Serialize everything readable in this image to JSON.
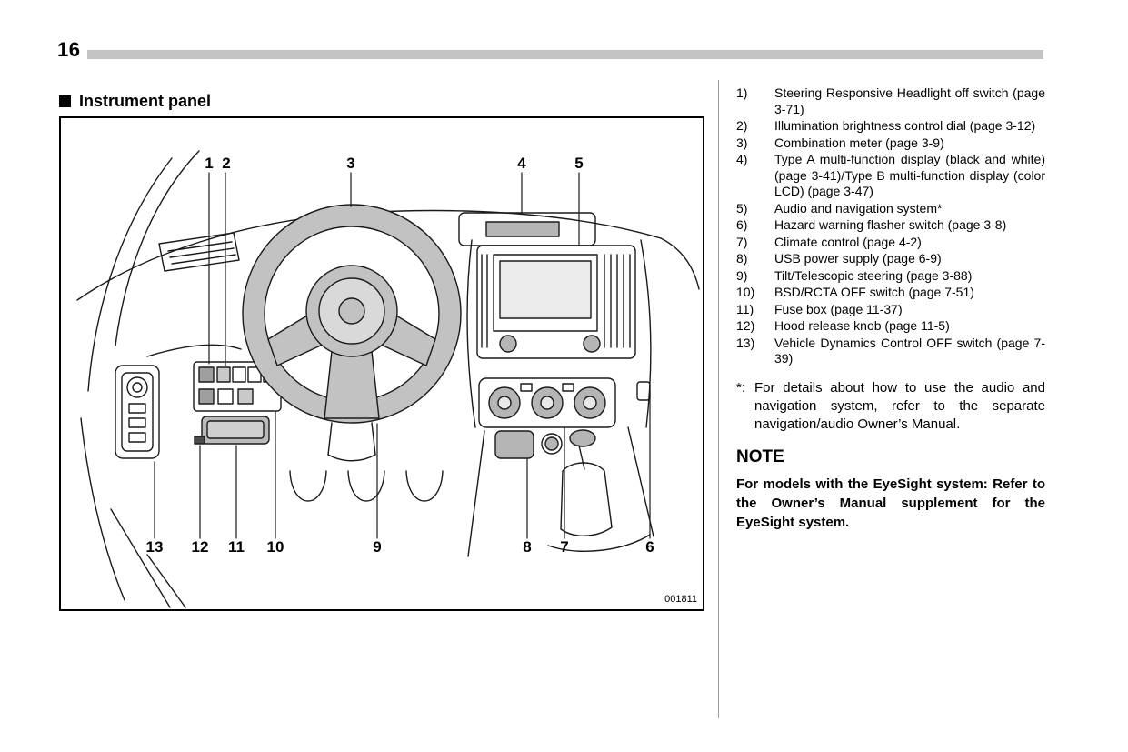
{
  "page": {
    "number": "16"
  },
  "section": {
    "title": "Instrument panel"
  },
  "figure": {
    "code": "001811",
    "callouts_top": [
      "1",
      "2",
      "3",
      "4",
      "5"
    ],
    "callouts_bottom": [
      "13",
      "12",
      "11",
      "10",
      "9",
      "8",
      "7",
      "6"
    ]
  },
  "legend": {
    "items": [
      {
        "num": "1)",
        "text": "Steering Responsive Headlight off switch (page 3-71)"
      },
      {
        "num": "2)",
        "text": "Illumination brightness control dial (page 3-12)"
      },
      {
        "num": "3)",
        "text": "Combination meter (page 3-9)"
      },
      {
        "num": "4)",
        "text": "Type A multi-function display (black and white) (page 3-41)/Type B multi-function display (color LCD) (page 3-47)"
      },
      {
        "num": "5)",
        "text": "Audio and navigation system*"
      },
      {
        "num": "6)",
        "text": "Hazard warning flasher switch (page 3-8)"
      },
      {
        "num": "7)",
        "text": "Climate control (page 4-2)"
      },
      {
        "num": "8)",
        "text": "USB power supply (page 6-9)"
      },
      {
        "num": "9)",
        "text": "Tilt/Telescopic steering (page 3-88)"
      },
      {
        "num": "10)",
        "text": "BSD/RCTA OFF switch (page 7-51)"
      },
      {
        "num": "11)",
        "text": "Fuse box (page 11-37)"
      },
      {
        "num": "12)",
        "text": "Hood release knob (page 11-5)"
      },
      {
        "num": "13)",
        "text": "Vehicle Dynamics Control OFF switch (page 7-39)"
      }
    ]
  },
  "footnote": {
    "marker": "*:",
    "text": "For details about how to use the audio and navigation system, refer to the separate navigation/audio Owner’s Manual."
  },
  "note": {
    "title": "NOTE",
    "text": "For models with the EyeSight system: Refer to the Owner’s Manual supplement for the EyeSight system."
  }
}
